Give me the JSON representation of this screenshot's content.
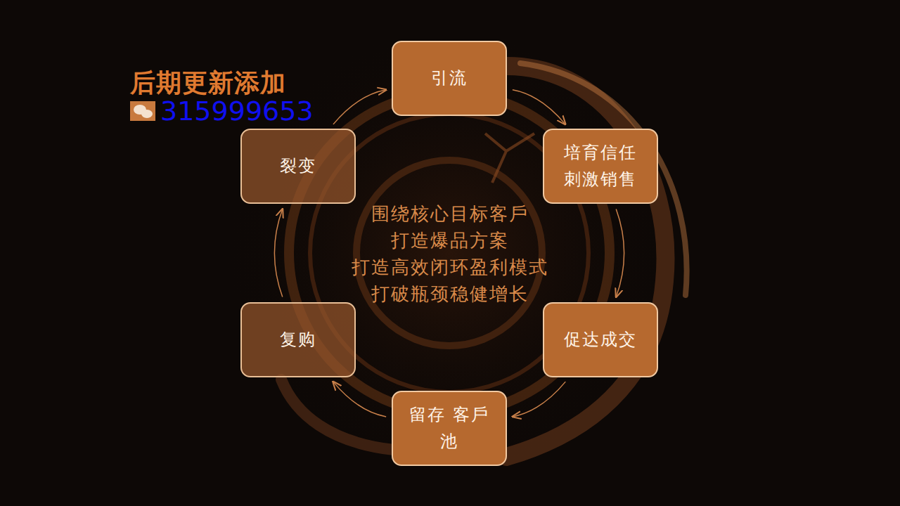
{
  "diagram": {
    "nodes": [
      {
        "text": [
          "引流"
        ]
      },
      {
        "text": [
          "培育信任 刺激销售"
        ]
      },
      {
        "text": [
          "促达成交"
        ]
      },
      {
        "text": [
          "留存 客戶池"
        ]
      },
      {
        "text": [
          "复购"
        ]
      },
      {
        "text": [
          "裂变"
        ]
      }
    ],
    "edges": [
      {
        "from": 0,
        "to": 1,
        "arrow": "to"
      },
      {
        "from": 1,
        "to": 2,
        "arrow": "to"
      },
      {
        "from": 2,
        "to": 3,
        "arrow": "to"
      },
      {
        "from": 3,
        "to": 4,
        "arrow": "to"
      },
      {
        "from": 4,
        "to": 5,
        "arrow": "to"
      },
      {
        "from": 5,
        "to": 0,
        "arrow": "to"
      }
    ],
    "labels": [
      "围绕核心目标客戶",
      "打造爆品方案",
      "打造高效闭环盈利模式",
      "打破瓶颈稳健增长",
      "后期更新添加",
      "315999653"
    ]
  }
}
